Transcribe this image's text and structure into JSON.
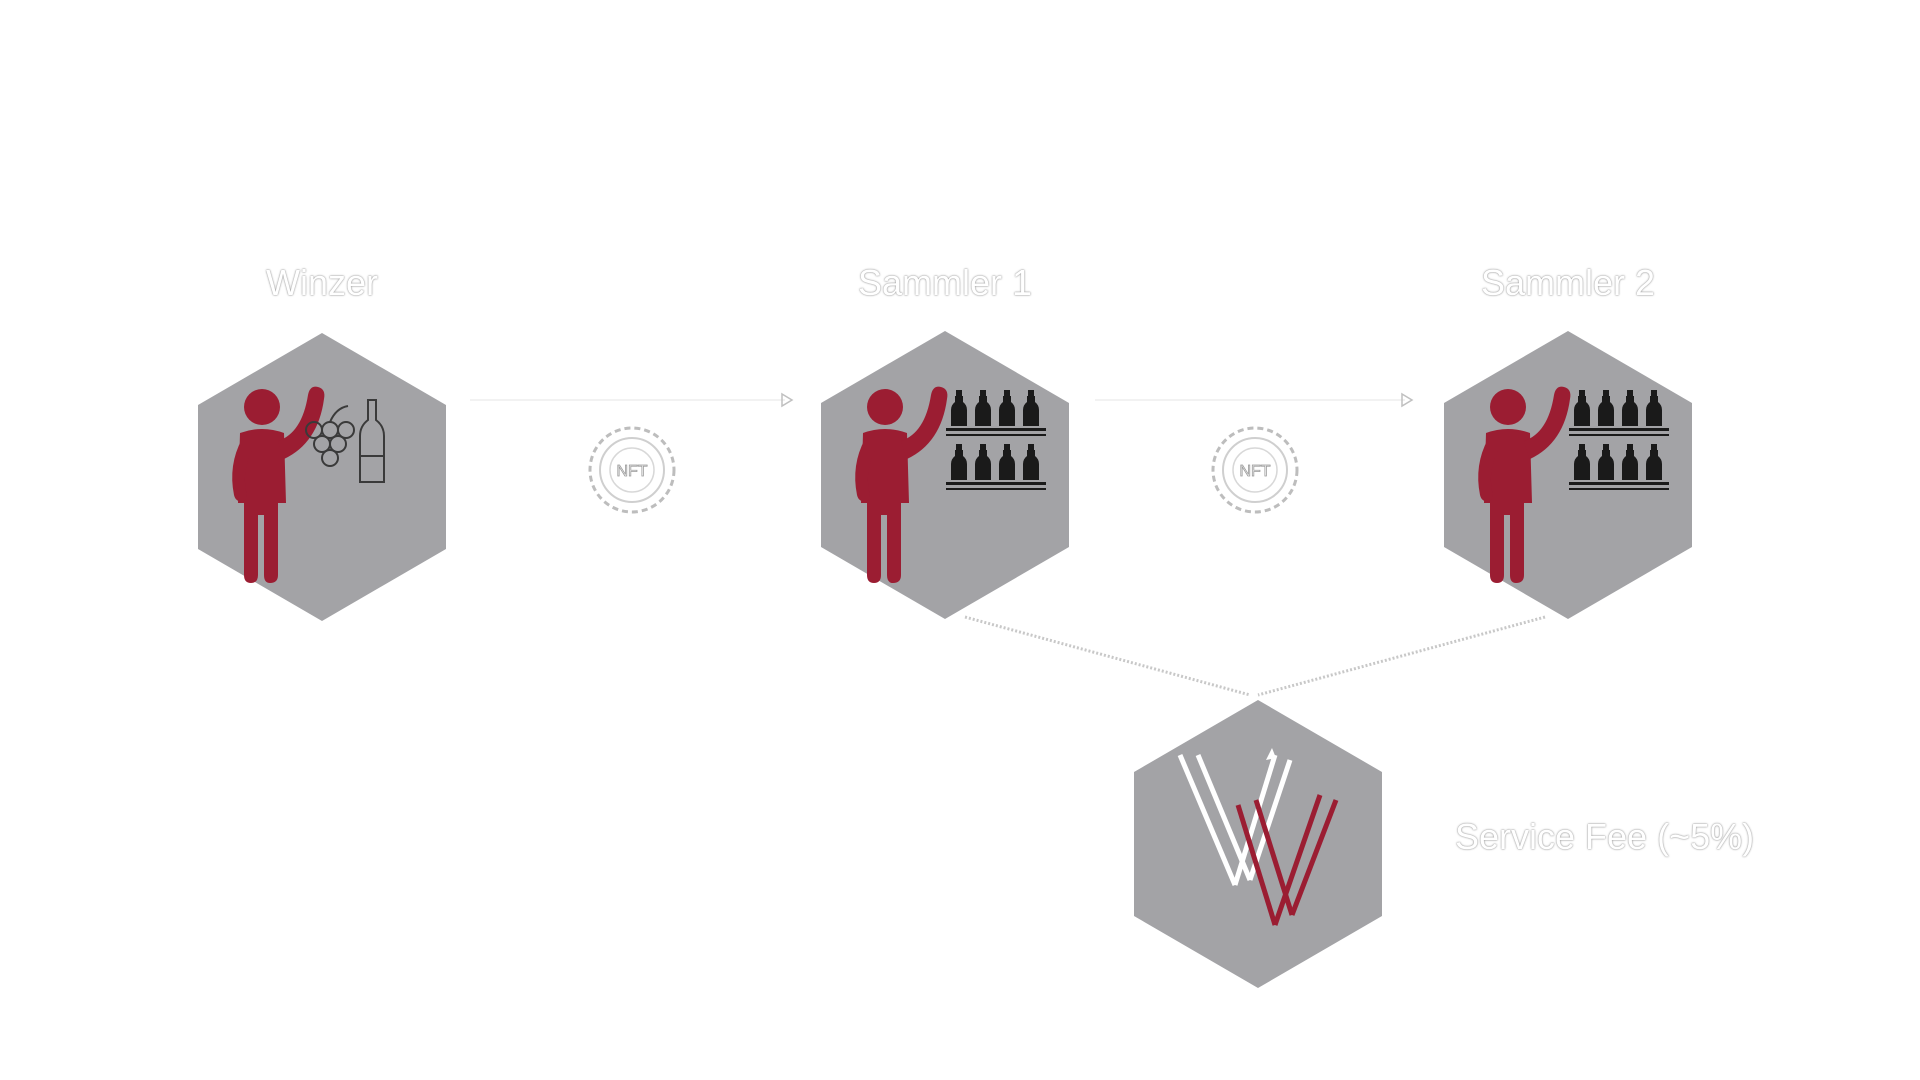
{
  "nodes": [
    {
      "id": "winzer",
      "label": "Winzer",
      "icon": "vintner-grapes-bottle-icon"
    },
    {
      "id": "sammler1",
      "label": "Sammler 1",
      "icon": "collector-wine-shelf-icon"
    },
    {
      "id": "sammler2",
      "label": "Sammler 2",
      "icon": "collector-wine-shelf-icon"
    },
    {
      "id": "platform",
      "label": "",
      "icon": "vinitor-logo-icon"
    }
  ],
  "transfers": [
    {
      "from": "winzer",
      "to": "sammler1",
      "token_label": "NFT"
    },
    {
      "from": "sammler1",
      "to": "sammler2",
      "token_label": "NFT"
    }
  ],
  "fee_label": "Service Fee (~5%)",
  "colors": {
    "hexagon": "#a3a3a6",
    "person": "#9b1d32",
    "bottles": "#1a1a1a",
    "label_outline": "#9a9a9a",
    "connector": "#cccccc"
  }
}
